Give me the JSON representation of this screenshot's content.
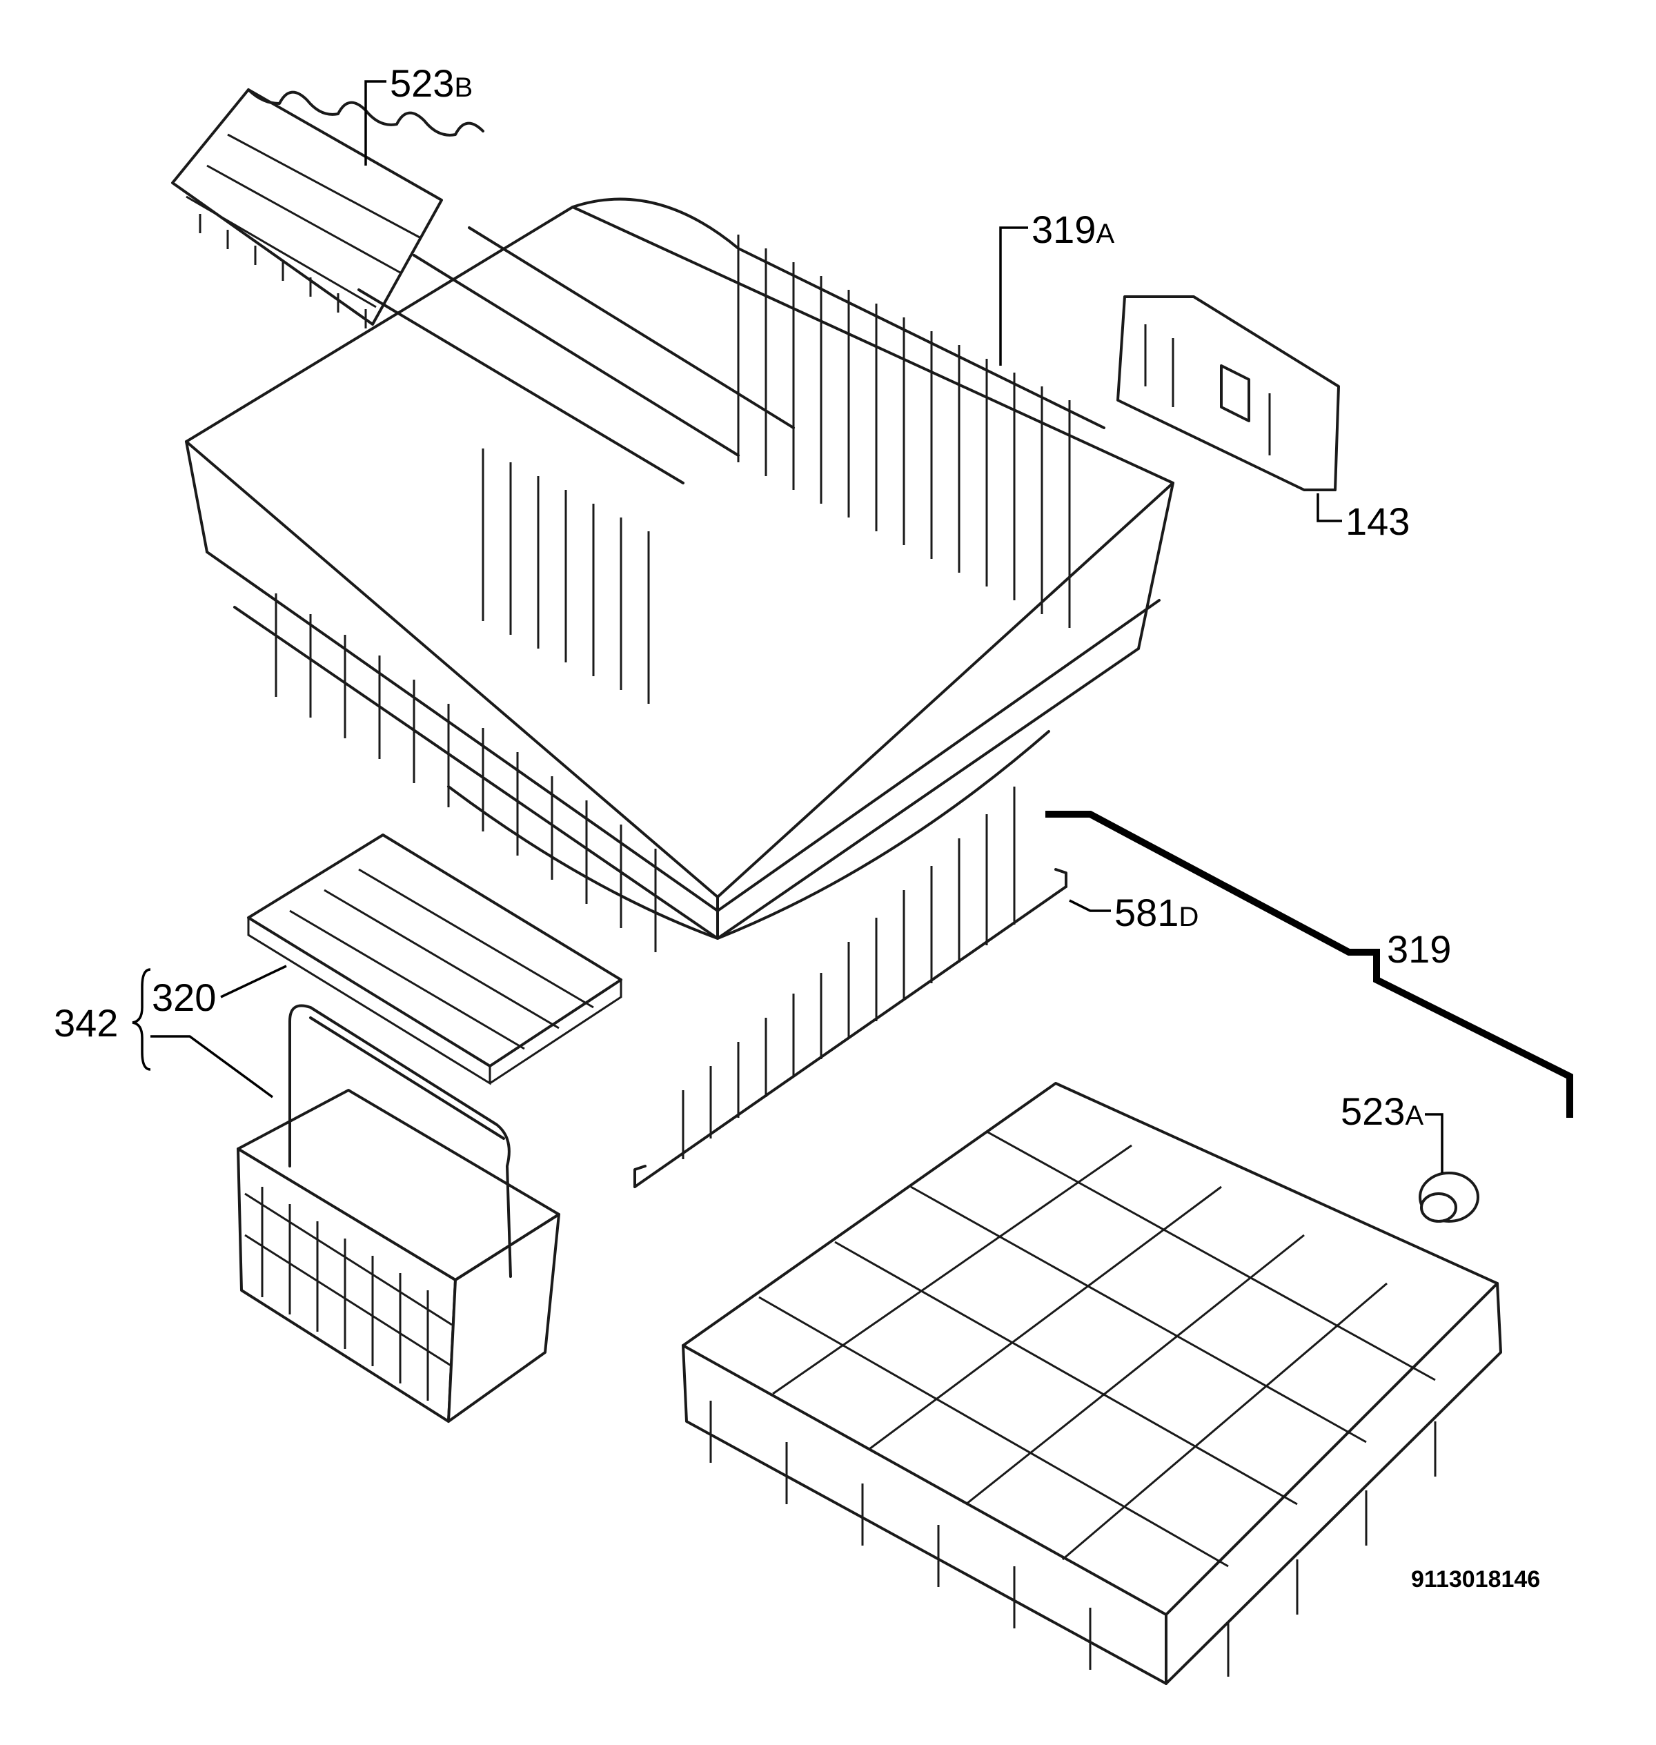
{
  "drawing_code": "9113018146",
  "colors": {
    "line": "#1a1a1a",
    "background": "#ffffff"
  },
  "parts": [
    {
      "id": "523b",
      "number": "523",
      "suffix": "B",
      "description": ""
    },
    {
      "id": "319a",
      "number": "319",
      "suffix": "A",
      "description": ""
    },
    {
      "id": "143",
      "number": "143",
      "suffix": "",
      "description": ""
    },
    {
      "id": "581d",
      "number": "581",
      "suffix": "D",
      "description": ""
    },
    {
      "id": "319",
      "number": "319",
      "suffix": "",
      "description": ""
    },
    {
      "id": "320",
      "number": "320",
      "suffix": "",
      "description": ""
    },
    {
      "id": "342",
      "number": "342",
      "suffix": "",
      "description": ""
    },
    {
      "id": "523a",
      "number": "523",
      "suffix": "A",
      "description": ""
    }
  ]
}
